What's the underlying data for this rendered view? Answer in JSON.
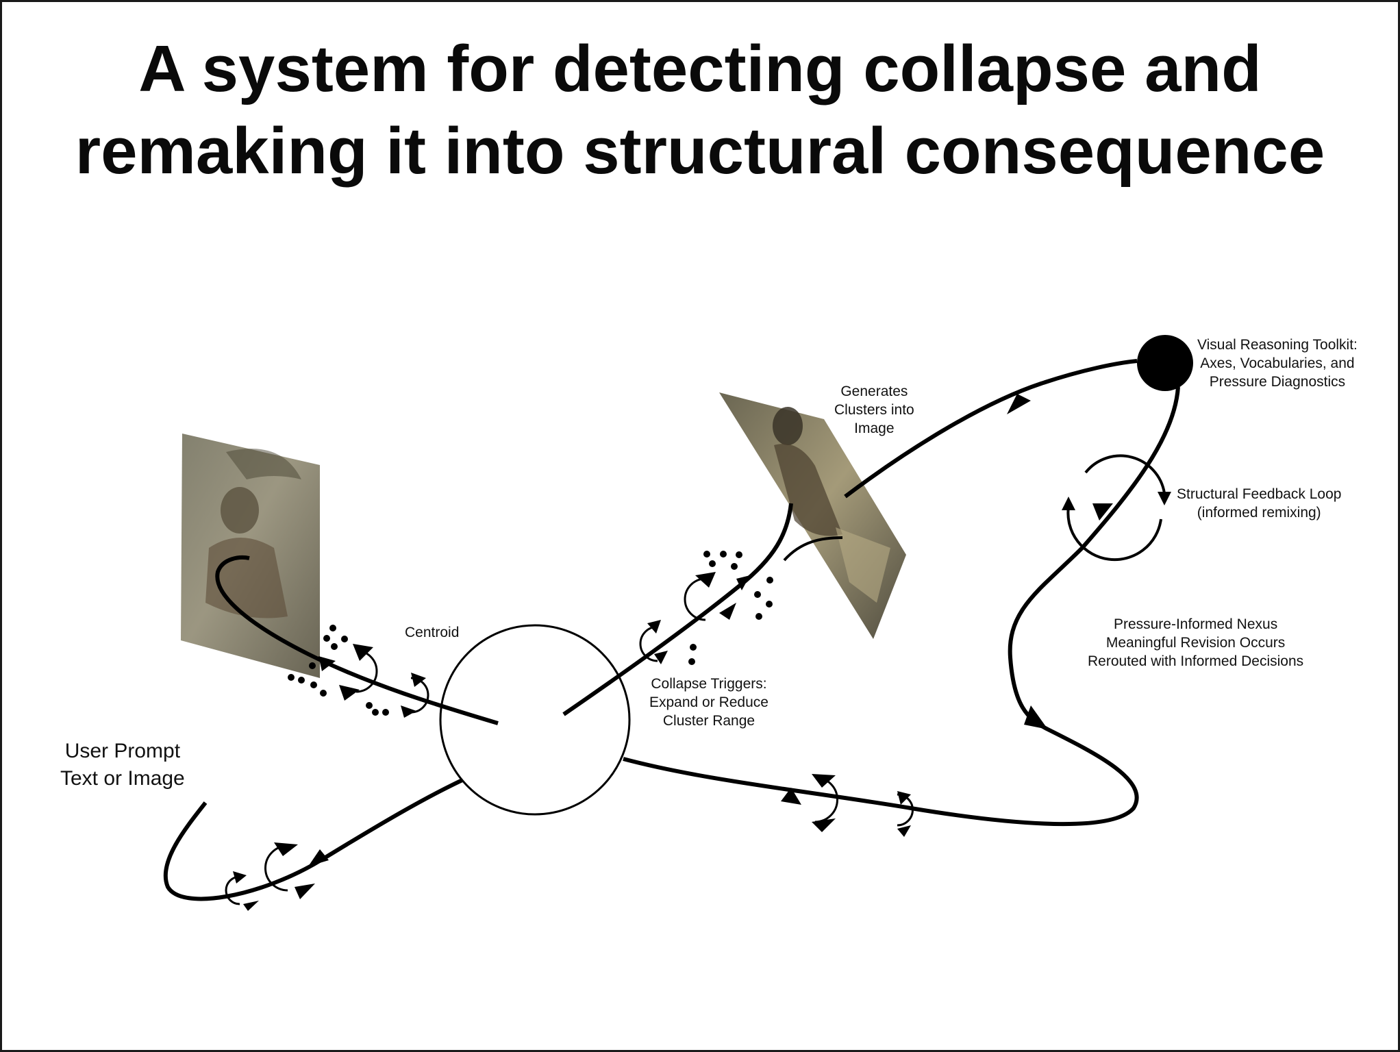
{
  "title": {
    "line1": "A system for detecting collapse and",
    "line2": "remaking it into structural consequence"
  },
  "nodes": {
    "toolkit": {
      "line1": "Visual Reasoning Toolkit:",
      "line2": "Axes, Vocabularies, and",
      "line3": "Pressure Diagnostics"
    },
    "generates": {
      "line1": "Generates",
      "line2": "Clusters into",
      "line3": "Image"
    },
    "feedback": {
      "line1": "Structural Feedback Loop",
      "line2": "(informed remixing)"
    },
    "centroid": {
      "label": "Centroid"
    },
    "nexus": {
      "line1": "Pressure-Informed Nexus",
      "line2": "Meaningful Revision Occurs",
      "line3": "Rerouted with Informed Decisions"
    },
    "triggers": {
      "line1": "Collapse Triggers:",
      "line2": "Expand or Reduce",
      "line3": "Cluster Range"
    },
    "prompt": {
      "line1": "User Prompt",
      "line2": "Text or Image"
    }
  },
  "images": [
    {
      "name": "boy-painting-left",
      "description_icon": "painting-icon"
    },
    {
      "name": "boy-painting-right",
      "description_icon": "painting-icon"
    }
  ],
  "colors": {
    "line": "#000000",
    "background": "#ffffff",
    "painting_dark": "#4f4a3a",
    "painting_light": "#8f8868"
  }
}
